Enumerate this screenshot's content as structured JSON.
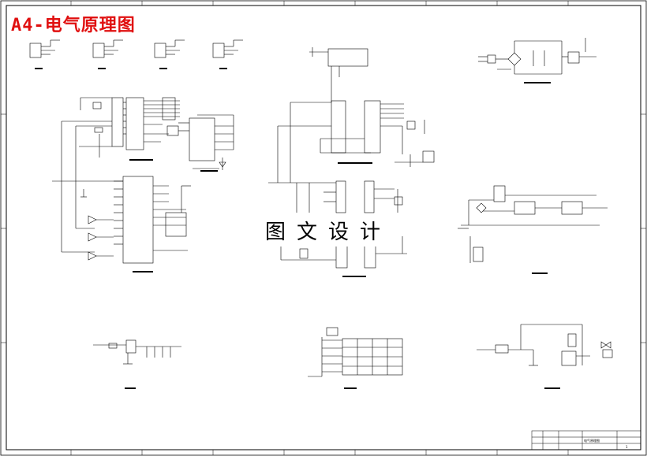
{
  "sheet": {
    "overlay_title": "A4-电气原理图",
    "watermark": "图文设计",
    "title_block": {
      "drawing_name": "电气原理图",
      "sheet_number": "1"
    }
  },
  "colors": {
    "overlay_title": "#e01010",
    "line": "#000000",
    "background": "#ffffff"
  }
}
